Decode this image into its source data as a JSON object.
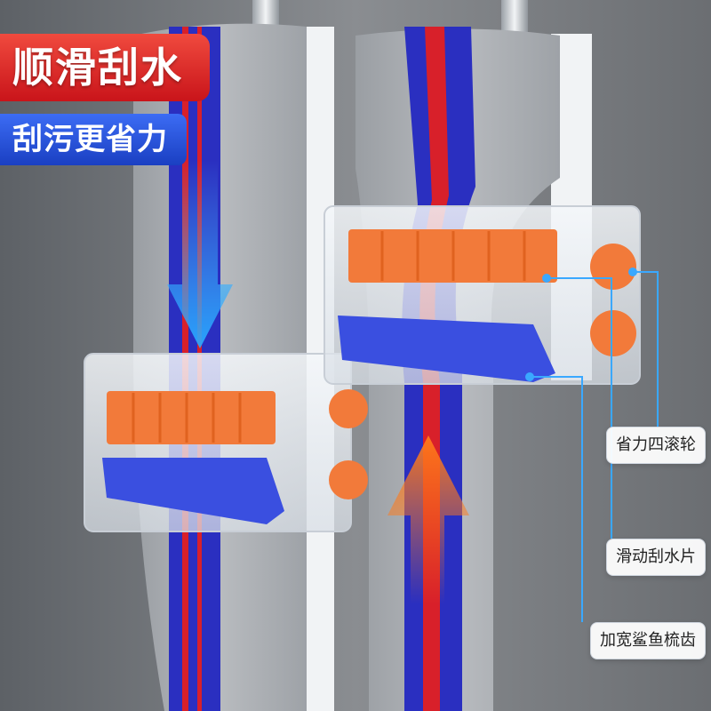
{
  "headline": "顺滑刮水",
  "subheadline": "刮污更省力",
  "callouts": {
    "rollers": "省力四滚轮",
    "squeegee": "滑动刮水片",
    "comb": "加宽鲨鱼梳齿"
  },
  "colors": {
    "headline_red": "#e02a2a",
    "subheadline_blue": "#2a52d8",
    "mop_gray": "#a9adb2",
    "stripe_blue": "#2a2fc0",
    "stripe_red": "#d8202a",
    "clip_orange": "#f27a3a",
    "squeegee_blue": "#3a4fe0"
  },
  "icons": [
    "arrow-down-icon",
    "arrow-up-icon"
  ]
}
